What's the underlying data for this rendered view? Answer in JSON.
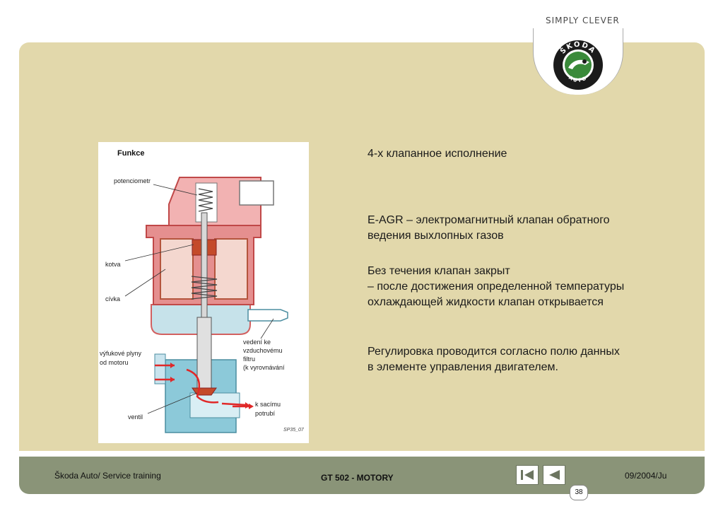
{
  "header": {
    "brand_tag": "SIMPLY CLEVER",
    "logo_text_top": "ŠKODA",
    "logo_text_bottom": "AUTO"
  },
  "diagram": {
    "title": "Funkce",
    "labels": {
      "potenciometr": "potenciometr",
      "kotva": "kotva",
      "civka": "cívka",
      "vyfukove_1": "výfukové plyny",
      "vyfukove_2": "od motoru",
      "ventil": "ventil",
      "vedeni_1": "vedení ke",
      "vedeni_2": "vzduchovému",
      "vedeni_3": "filtru",
      "vedeni_4": "(k vyrovnávání",
      "sacimu_1": "k sacímu",
      "sacimu_2": "potrubí",
      "code": "SP35_07"
    }
  },
  "content": {
    "heading": "4-х клапанное исполнение",
    "p1_line1": "E-AGR – электромагнитный клапан обратного",
    "p1_line2": "ведения выхлопных газов",
    "p2_line1": "Без течения клапан закрыт",
    "p2_line2": "– после достижения определенной температуры",
    "p2_line3": "охлаждающей жидкости клапан открывается",
    "p3_line1": "Регулировка проводится согласно полю данных",
    "p3_line2": "в элементе управления двигателем."
  },
  "footer": {
    "left": "Škoda Auto/ Service training",
    "center": "GT 502 - MOTORY",
    "right": "09/2004/Ju",
    "page": "38"
  }
}
